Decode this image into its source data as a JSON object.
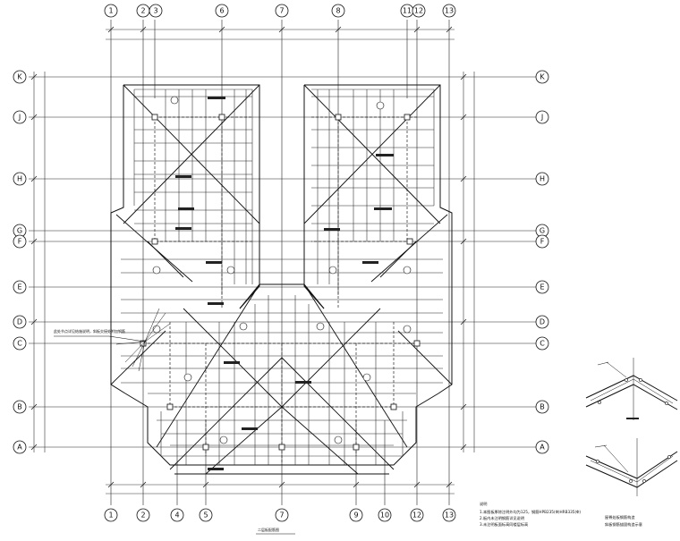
{
  "axes_top": [
    "1",
    "2",
    "3",
    "6",
    "7",
    "8",
    "11",
    "12",
    "13"
  ],
  "axes_bottom": [
    "1",
    "2",
    "4",
    "5",
    "7",
    "9",
    "10",
    "12",
    "13"
  ],
  "axes_left": [
    "K",
    "J",
    "H",
    "G",
    "F",
    "E",
    "D",
    "C",
    "B",
    "A"
  ],
  "axes_right": [
    "K",
    "J",
    "H",
    "G",
    "F",
    "E",
    "D",
    "C",
    "B",
    "A"
  ],
  "notes": {
    "heading": "说明",
    "line1": "1.本图板厚除注明外均为125，钢筋HPB235(Φ)HRB335(Φ)",
    "line2": "2.板内未注明钢筋详见说明",
    "line3": "3.未注明板面标高同楼层标高"
  },
  "plan_title": "二层板配筋图",
  "detail_title": "屋脊处板钢筋构造",
  "detail_subtitle": "斜板钢筋锚固构造示意",
  "left_callout": "此处节点详见结施说明，斜板交接处附加钢筋",
  "colors": {
    "line": "#111111",
    "background": "#ffffff"
  }
}
